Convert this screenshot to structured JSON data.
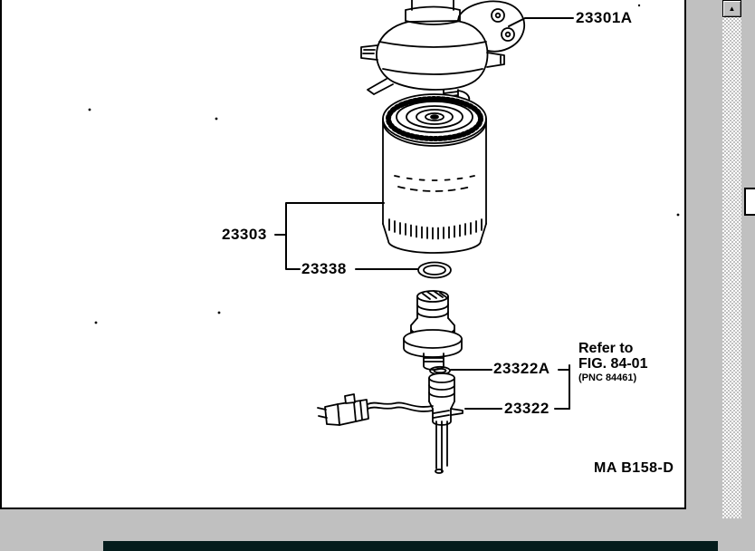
{
  "app": {
    "background_color": "#c0c0c0",
    "canvas_color": "#ffffff",
    "line_color": "#000000",
    "bottom_bar_color": "#041c1c"
  },
  "figure": {
    "code": "MA B158-D",
    "callouts": {
      "c23301A": "23301A",
      "c23303": "23303",
      "c23338": "23338",
      "c23322A": "23322A",
      "c23322": "23322"
    },
    "note": {
      "line1": "Refer to",
      "line2": "FIG. 84-01",
      "line3": "(PNC 84461)"
    }
  },
  "scrollbar": {
    "up_arrow": "▲"
  }
}
